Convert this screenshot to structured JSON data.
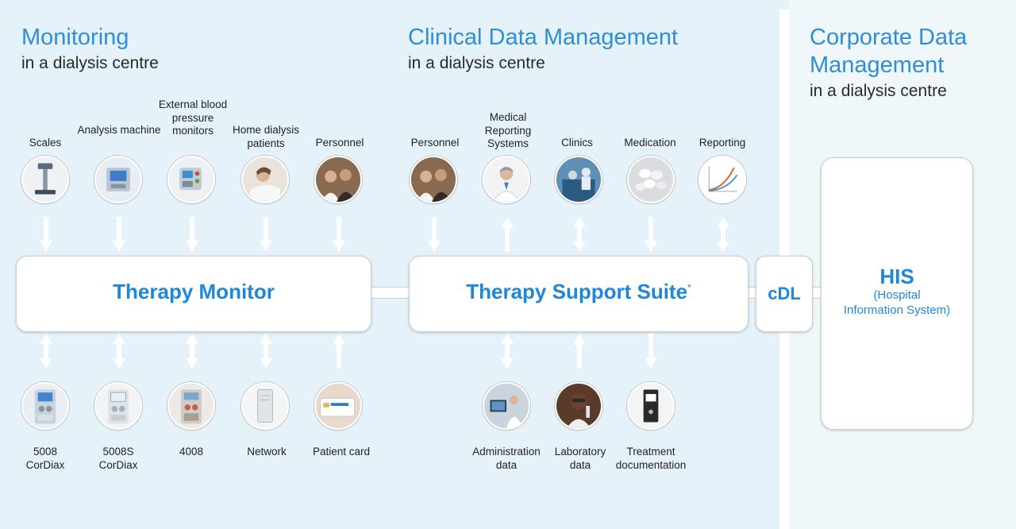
{
  "sections": {
    "monitoring": {
      "title": "Monitoring",
      "subtitle": "in a dialysis centre"
    },
    "clinical": {
      "title": "Clinical Data Management",
      "subtitle": "in a dialysis centre"
    },
    "corporate": {
      "title_line1": "Corporate Data",
      "title_line2": "Management",
      "subtitle": "in a dialysis centre"
    }
  },
  "monitor_inputs": [
    {
      "label": "Scales",
      "icon": "scales-icon"
    },
    {
      "label": "Analysis machine",
      "icon": "analysis-machine-icon"
    },
    {
      "label": "External blood pressure monitors",
      "icon": "blood-pressure-monitor-icon"
    },
    {
      "label": "Home dialysis patients",
      "icon": "home-patient-icon"
    },
    {
      "label": "Personnel",
      "icon": "personnel-icon"
    }
  ],
  "clinical_inputs": [
    {
      "label": "Personnel",
      "icon": "personnel-icon"
    },
    {
      "label": "Medical Reporting Systems",
      "icon": "doctor-icon"
    },
    {
      "label": "Clinics",
      "icon": "clinics-icon"
    },
    {
      "label": "Medication",
      "icon": "medication-icon"
    },
    {
      "label": "Reporting",
      "icon": "reporting-chart-icon"
    }
  ],
  "monitor_devices": [
    {
      "label": "5008\nCorDiax",
      "icon": "dialysis-machine-icon"
    },
    {
      "label": "5008S\nCorDiax",
      "icon": "dialysis-machine-icon"
    },
    {
      "label": "4008",
      "icon": "dialysis-machine-icon"
    },
    {
      "label": "Network",
      "icon": "server-icon"
    },
    {
      "label": "Patient card",
      "icon": "patient-card-icon"
    }
  ],
  "clinical_outputs": [
    {
      "label": "Administration\ndata",
      "icon": "admin-computer-icon"
    },
    {
      "label": "Laboratory\ndata",
      "icon": "lab-icon"
    },
    {
      "label": "Treatment\ndocumentation",
      "icon": "binder-icon"
    }
  ],
  "boxes": {
    "therapy_monitor": "Therapy Monitor",
    "therapy_support": "Therapy Support Suite",
    "therapy_support_mark": "*",
    "cdl": "cDL",
    "his": "HIS",
    "his_sub1": "(Hospital",
    "his_sub2": "Information System)"
  },
  "colors": {
    "accent": "#1e87dc",
    "title": "#2e8fd8",
    "background": "#e6f2f9"
  }
}
